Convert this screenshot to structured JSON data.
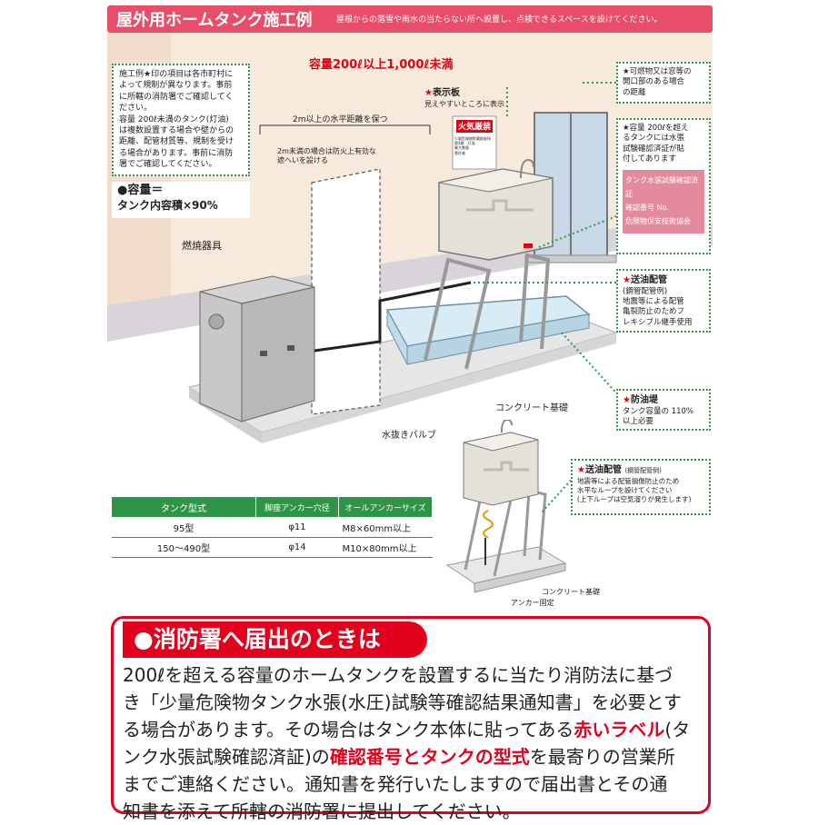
{
  "header": {
    "title": "屋外用ホームタンク施工例",
    "subtitle": "屋根からの落雪や雨水の当たらない所へ設置し、点検できるスペースを設けてください。"
  },
  "diagram": {
    "capacity_range": "容量200ℓ以上1,000ℓ未満",
    "note_lines": [
      "施工例★印の項目は各市町村に",
      "よって規制が異なります。事前",
      "に所轄の消防署でご確認してく",
      "ださい。",
      "容量 200ℓ未満のタンク(灯油)",
      "は複数設置する場合や壁からの",
      "距離、配管材質等、規制を受け",
      "る場合があります。事前に消防",
      "署でご確認してください。"
    ],
    "capacity_formula_title": "●容量＝",
    "capacity_formula": "タンク内容積×90%",
    "horizontal_distance": "2m以上の水平距離を保つ",
    "wall_note_lines": [
      "2m未満の場合は防火上有効な",
      "遮へいを設ける"
    ],
    "burner_label": "燃焼器具",
    "concrete_label": "コンクリート基礎",
    "drain_valve_label": "水抜きバルブ",
    "sign_callout": {
      "title": "表示板",
      "text": "見えやすいところに表示"
    },
    "sign_text": "火気厳禁",
    "sign_small_lines": [
      "少量危険物貯蔵取扱所",
      "第4類　灯油",
      "最大数量",
      "責任者"
    ],
    "window_callout_lines": [
      "★可燃物又は窓等の",
      "開口部のある場合",
      "の距離"
    ],
    "label_callout_lines": [
      "★容量 200ℓを超え",
      "るタンクには水張",
      "試験確認済証が貼",
      "付してあります"
    ],
    "label_image_lines": [
      "タンク水張試験確認済証",
      "確認番号 No.",
      "危険物保安技術協会"
    ],
    "pipe_callout": {
      "title": "送油配管",
      "lines": [
        "(鋼管配管例)",
        "地震等による配管",
        "亀裂防止のためフ",
        "レキシブル継手使用"
      ]
    },
    "dike_callout": {
      "title": "防油堤",
      "lines": [
        "タンク容量の 110%",
        "以上必要"
      ]
    },
    "pipe_callout2": {
      "title": "送油配管",
      "suffix": "(鋼管配管例)",
      "lines": [
        "地震等による配管損傷防止のため",
        "水平なループを設けてください",
        "(上下ループは空気溜りが発生します)"
      ]
    },
    "concrete_label2": "コンクリート基礎",
    "anchor_label": "アンカー固定"
  },
  "spec_table": {
    "headers": [
      "タンク型式",
      "脚座アンカー穴径",
      "オールアンカーサイズ"
    ],
    "rows": [
      [
        "95型",
        "φ11",
        "M8×60mm以上"
      ],
      [
        "150～490型",
        "φ14",
        "M10×80mm以上"
      ]
    ]
  },
  "notice": {
    "title": "●消防署へ届出のときは",
    "lines": [
      [
        {
          "t": "200ℓを超える容量のホームタンクを設置するに当たり消防法に基づ"
        }
      ],
      [
        {
          "t": "き「少量危険物タンク水張(水圧)試験等確認結果通知書」を必要とす"
        }
      ],
      [
        {
          "t": "る場合があります。その場合はタンク本体に貼ってある"
        },
        {
          "t": "赤いラベル",
          "hl": true
        },
        {
          "t": "(タ"
        }
      ],
      [
        {
          "t": "ンク水張試験確認済証)の"
        },
        {
          "t": "確認番号とタンクの型式",
          "hl": true
        },
        {
          "t": "を最寄りの営業所"
        }
      ],
      [
        {
          "t": "までご連絡ください。通知書を発行いたしますので届出書とその通"
        }
      ],
      [
        {
          "t": "知書を添えて所轄の消防署に提出してください。"
        }
      ]
    ]
  },
  "colors": {
    "header": "#e84e6a",
    "accent_red": "#e3001c",
    "callout_green": "#2c9a4a",
    "table_green": "#2e9448"
  }
}
